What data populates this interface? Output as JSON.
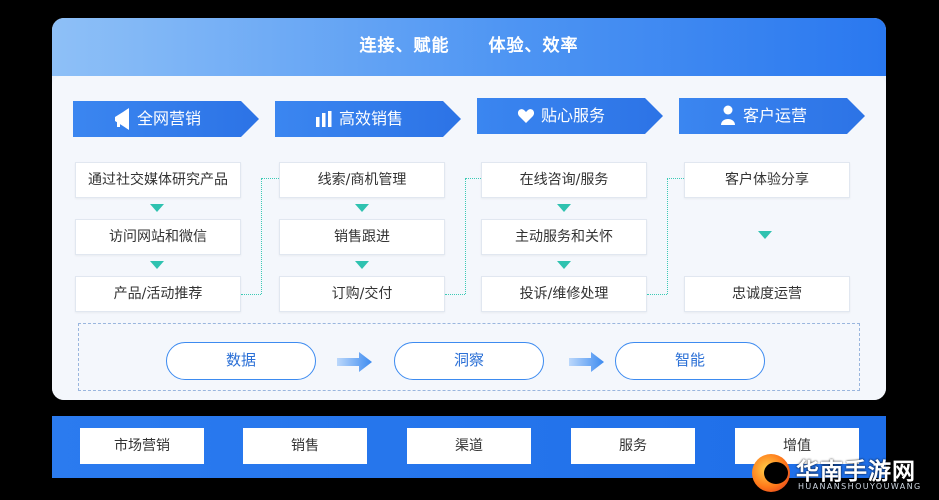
{
  "banner": {
    "left": "连接、赋能",
    "right": "体验、效率"
  },
  "columns": [
    {
      "header": "全网营销",
      "icon": "megaphone-icon",
      "steps": [
        "通过社交媒体研究产品",
        "访问网站和微信",
        "产品/活动推荐"
      ]
    },
    {
      "header": "高效销售",
      "icon": "bar-chart-icon",
      "steps": [
        "线索/商机管理",
        "销售跟进",
        "订购/交付"
      ]
    },
    {
      "header": "贴心服务",
      "icon": "heart-icon",
      "steps": [
        "在线咨询/服务",
        "主动服务和关怀",
        "投诉/维修处理"
      ]
    },
    {
      "header": "客户运营",
      "icon": "person-icon",
      "steps": [
        "客户体验分享",
        "忠诚度运营"
      ]
    }
  ],
  "pipeline": [
    "数据",
    "洞察",
    "智能"
  ],
  "bottom": [
    "市场营销",
    "销售",
    "渠道",
    "服务",
    "增值"
  ],
  "watermark": {
    "title": "华南手游网",
    "subtitle": "HUANANSHOUYOUWANG"
  },
  "colors": {
    "primary": "#2c73e6",
    "accent": "#2fc2b0",
    "pill_border": "#3d8bf0"
  }
}
